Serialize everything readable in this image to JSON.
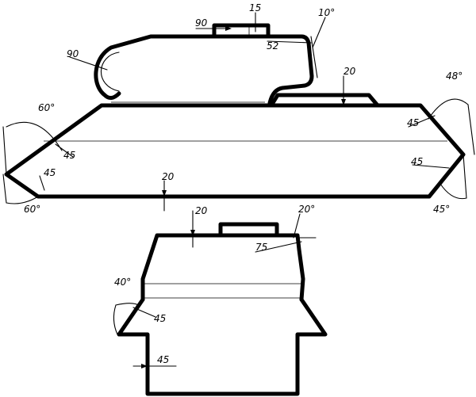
{
  "side_view": {
    "turret_front_thickness": "90",
    "turret_roof_thickness": "15",
    "turret_roof_front": "90",
    "turret_rear_angle": "10°",
    "turret_rear_thickness": "52",
    "hull_roof_thickness": "20",
    "rear_upper_angle": "48°",
    "rear_upper_thickness": "45",
    "rear_lower_thickness": "45",
    "rear_lower_angle": "45°",
    "bottom_thickness": "20",
    "front_upper_angle": "60°",
    "front_upper_thickness": "45",
    "front_lower_thickness": "45",
    "front_lower_angle": "60°"
  },
  "front_view": {
    "turret_roof_thickness": "20",
    "turret_side_angle": "20°",
    "turret_side_thickness": "75",
    "hull_side_angle": "40°",
    "hull_side_thickness": "45",
    "lower_side_thickness": "45"
  }
}
